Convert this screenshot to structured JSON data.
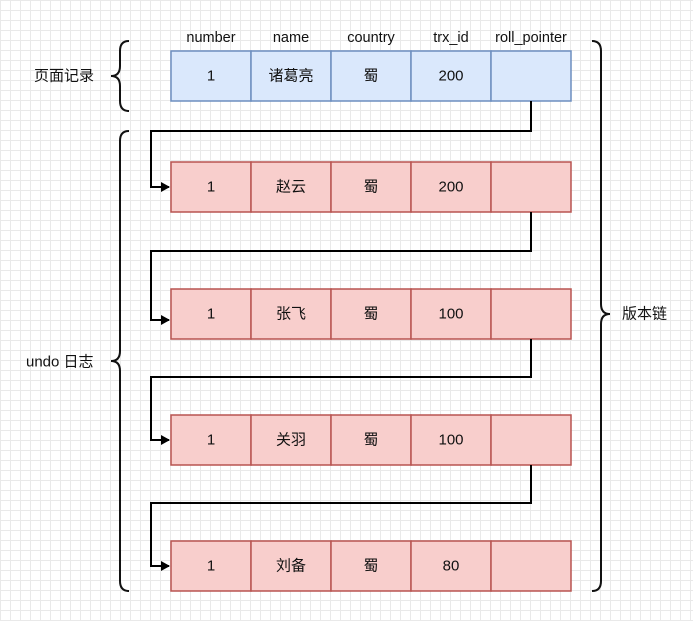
{
  "columns": [
    "number",
    "name",
    "country",
    "trx_id",
    "roll_pointer"
  ],
  "current_record": {
    "label": "页面记录",
    "cells": [
      "1",
      "诸葛亮",
      "蜀",
      "200",
      ""
    ]
  },
  "undo_log": {
    "label": "undo 日志",
    "records": [
      {
        "cells": [
          "1",
          "赵云",
          "蜀",
          "200",
          ""
        ]
      },
      {
        "cells": [
          "1",
          "张飞",
          "蜀",
          "100",
          ""
        ]
      },
      {
        "cells": [
          "1",
          "关羽",
          "蜀",
          "100",
          ""
        ]
      },
      {
        "cells": [
          "1",
          "刘备",
          "蜀",
          "80",
          ""
        ]
      }
    ]
  },
  "version_chain_label": "版本链",
  "colors": {
    "current_fill": "#dae8fc",
    "current_stroke": "#6c8ebf",
    "undo_fill": "#f8cecc",
    "undo_stroke": "#b85450",
    "connector": "#000000"
  }
}
